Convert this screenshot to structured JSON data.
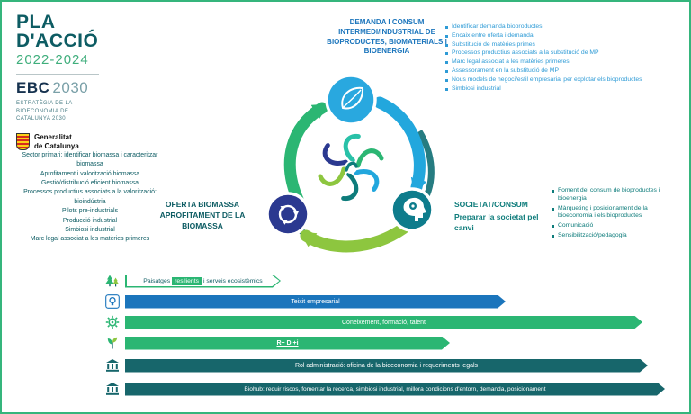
{
  "palette": {
    "green": "#2bb673",
    "lime": "#8dc63f",
    "blue": "#1b75bc",
    "light_blue": "#2e9bd6",
    "cyan": "#22a7dd",
    "navy": "#2b3990",
    "teal": "#0e7c7b",
    "dark_teal": "#0d5c63",
    "bar_dark_teal": "#17666b"
  },
  "brand": {
    "title": "PLA D'ACCIÓ",
    "years": "2022-2024",
    "ebc": "EBC",
    "ebc_year": "2030",
    "strategy": "ESTRATÈGIA DE LA BIOECONOMIA DE CATALUNYA 2030",
    "gencat_line1": "Generalitat",
    "gencat_line2": "de Catalunya"
  },
  "demand": {
    "heading": "DEMANDA I CONSUM INTERMEDI/INDUSTRIAL DE BIOPRODUCTES, BIOMATERIALS I BIOENERGIA",
    "bullets": [
      "Identificar demanda bioproductes",
      "Encaix entre oferta i demanda",
      "Substitució de matèries primes",
      "Processos productius associats a la substitució de MP",
      "Marc legal associat a les matèries primeres",
      "Assessorament en la substitució de MP",
      "Nous models de negoci/estil empresarial per explotar els bioproductes",
      "Simbiosi industrial"
    ]
  },
  "offer": {
    "items": [
      "Sector primari: identificar biomassa i caracteritzar biomassa",
      "Aprofitament i valorització biomassa",
      "Gestió/distribució eficient biomassa",
      "Processos productius associats a la valorització: bioindústria",
      "Pilots pre-industrials",
      "Producció industrial",
      "Simbiosi industrial",
      "Marc legal associat a les matèries primeres"
    ],
    "label": "OFERTA BIOMASSA APROFITAMENT DE LA BIOMASSA"
  },
  "society": {
    "heading": "SOCIETAT/CONSUM",
    "subheading": "Preparar la societat pel canvi",
    "bullets": [
      "Foment del consum de bioproductes i bioenergia",
      "Màrqueting i posicionament de la bioeconomia i els bioproductes",
      "Comunicació",
      "Sensibilització/pedagogia"
    ]
  },
  "cycle": {
    "icons": [
      "leaf-icon",
      "recycle-icon",
      "head-gear-icon"
    ]
  },
  "bars": [
    {
      "part_pre": "Paisatges",
      "part_hl": "resilients",
      "part_post": "i serveis ecosistèmics"
    },
    {
      "label": "Teixit empresarial"
    },
    {
      "label": "Coneixement, formació, talent"
    },
    {
      "label": "R+ D +i"
    },
    {
      "label": "Rol administració: oficina de la bioeconomia i requeriments legals"
    },
    {
      "label": "Biohub: reduir riscos, fomentar la recerca, simbiosi industrial, millora condicions d'entorn, demanda, posicionament"
    }
  ]
}
